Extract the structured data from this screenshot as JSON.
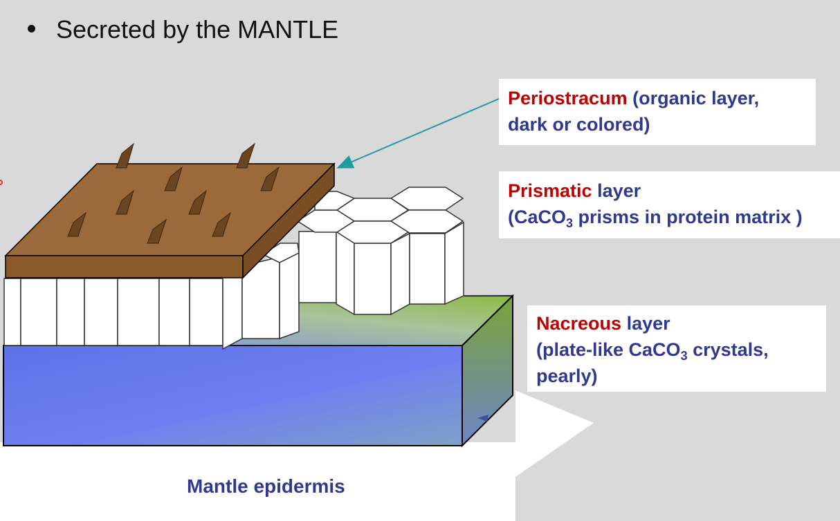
{
  "bullet": {
    "text": "Secreted by the MANTLE"
  },
  "labels": {
    "periostracum": {
      "term": "Periostracum",
      "rest": " (organic layer,",
      "line2": "dark or colored)"
    },
    "prismatic": {
      "term": "Prismatic",
      "rest": " layer",
      "line2_pre": "(CaCO",
      "line2_sub": "3",
      "line2_post": " prisms in protein matrix )"
    },
    "nacreous": {
      "term": "Nacreous",
      "rest": " layer",
      "line2_pre": "(plate-like CaCO",
      "line2_sub": "3",
      "line2_post": " crystals,",
      "line3": "pearly)"
    }
  },
  "mantle_label": "Mantle epidermis",
  "colors": {
    "term_red": "#c00000",
    "label_blue": "#2f3a8f",
    "shell_brown": "#9a6a3a",
    "arrow_teal": "#1f9aa0",
    "background": "#d9d9d9"
  }
}
